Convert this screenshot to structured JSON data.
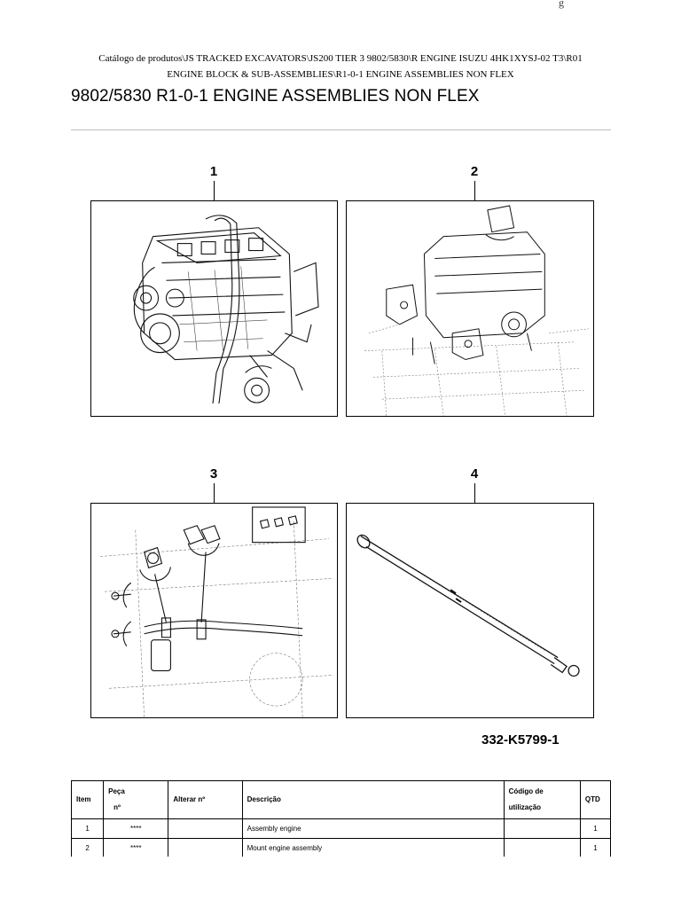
{
  "corner_mark": "g",
  "breadcrumb": {
    "line1": "Catálogo de produtos\\JS TRACKED EXCAVATORS\\JS200    TIER 3 9802/5830\\R ENGINE ISUZU 4HK1XYSJ-02 T3\\R01",
    "line2": "ENGINE BLOCK & SUB-ASSEMBLIES\\R1-0-1 ENGINE ASSEMBLIES NON FLEX"
  },
  "title": "9802/5830 R1-0-1 ENGINE ASSEMBLIES NON FLEX",
  "figures": [
    {
      "number": "1",
      "icon": "engine-assembly-illustration"
    },
    {
      "number": "2",
      "icon": "engine-mount-illustration"
    },
    {
      "number": "3",
      "icon": "fuel-filter-line-illustration"
    },
    {
      "number": "4",
      "icon": "dipstick-tube-illustration"
    }
  ],
  "drawing_code": "332-K5799-1",
  "table": {
    "headers": {
      "item": "Item",
      "peca_line1": "Peça",
      "peca_line2": "nº",
      "alterar": "Alterar nº",
      "descricao": "Descrição",
      "codigo_line1": "Código de",
      "codigo_line2": "utilização",
      "qtd": "QTD"
    },
    "rows": [
      {
        "item": "1",
        "peca": "****",
        "alterar": "",
        "descricao": "Assembly engine",
        "codigo": "",
        "qtd": "1"
      },
      {
        "item": "2",
        "peca": "****",
        "alterar": "",
        "descricao": "Mount engine assembly",
        "codigo": "",
        "qtd": "1"
      }
    ]
  }
}
